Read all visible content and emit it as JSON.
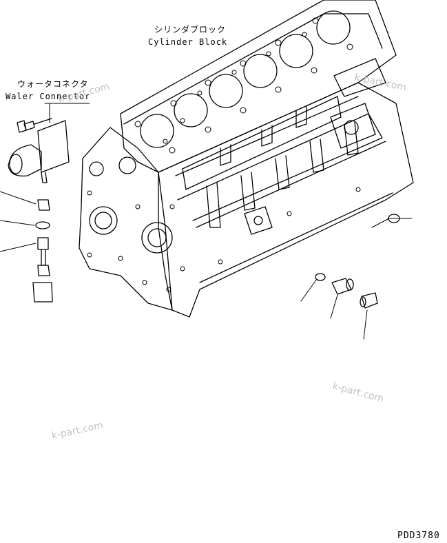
{
  "labels": {
    "cylinder_block_jp": "シリンダブロック",
    "cylinder_block_en": "Cylinder Block",
    "water_connector_jp": "ウォータコネクタ",
    "water_connector_en": "Waler Connector"
  },
  "watermark": "k-part.com",
  "drawing_code": "PDD3780",
  "colors": {
    "line": "#000000",
    "watermark": "#c2c2c2",
    "background": "#ffffff"
  }
}
